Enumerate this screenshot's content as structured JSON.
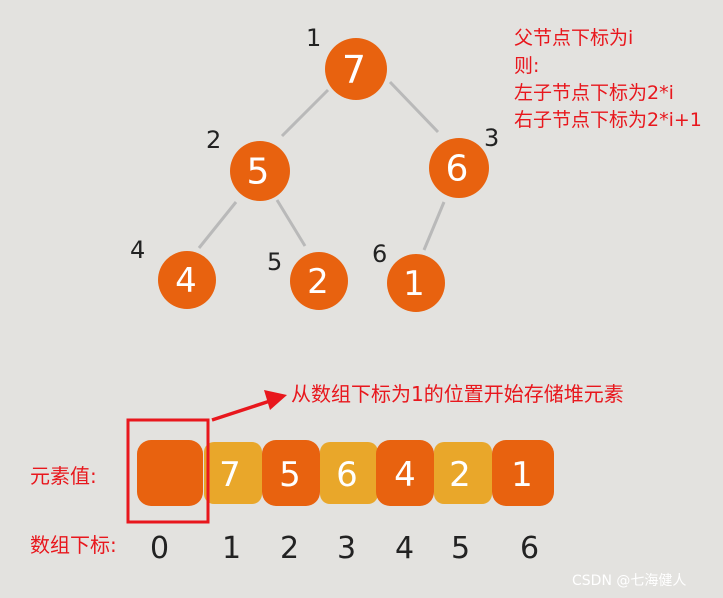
{
  "formula": {
    "line1": "父节点下标为i",
    "line2": "则:",
    "line3": "左子节点下标为2*i",
    "line4": "右子节点下标为2*i+1"
  },
  "tree": {
    "nodes": [
      {
        "index": "1",
        "value": "7"
      },
      {
        "index": "2",
        "value": "5"
      },
      {
        "index": "3",
        "value": "6"
      },
      {
        "index": "4",
        "value": "4"
      },
      {
        "index": "5",
        "value": "2"
      },
      {
        "index": "6",
        "value": "1"
      }
    ]
  },
  "array": {
    "callout": "从数组下标为1的位置开始存储堆元素",
    "value_label": "元素值:",
    "index_label": "数组下标:",
    "cells": [
      {
        "value": "",
        "index": "0"
      },
      {
        "value": "7",
        "index": "1"
      },
      {
        "value": "5",
        "index": "2"
      },
      {
        "value": "6",
        "index": "3"
      },
      {
        "value": "4",
        "index": "4"
      },
      {
        "value": "2",
        "index": "5"
      },
      {
        "value": "1",
        "index": "6"
      }
    ]
  },
  "watermark": "CSDN @七海健人",
  "colors": {
    "background": "#e3e2df",
    "node": "#e8620f",
    "cell_dark": "#e8620f",
    "cell_light": "#e9a72a",
    "red": "#e8171d",
    "edge": "#b9b9b9"
  }
}
